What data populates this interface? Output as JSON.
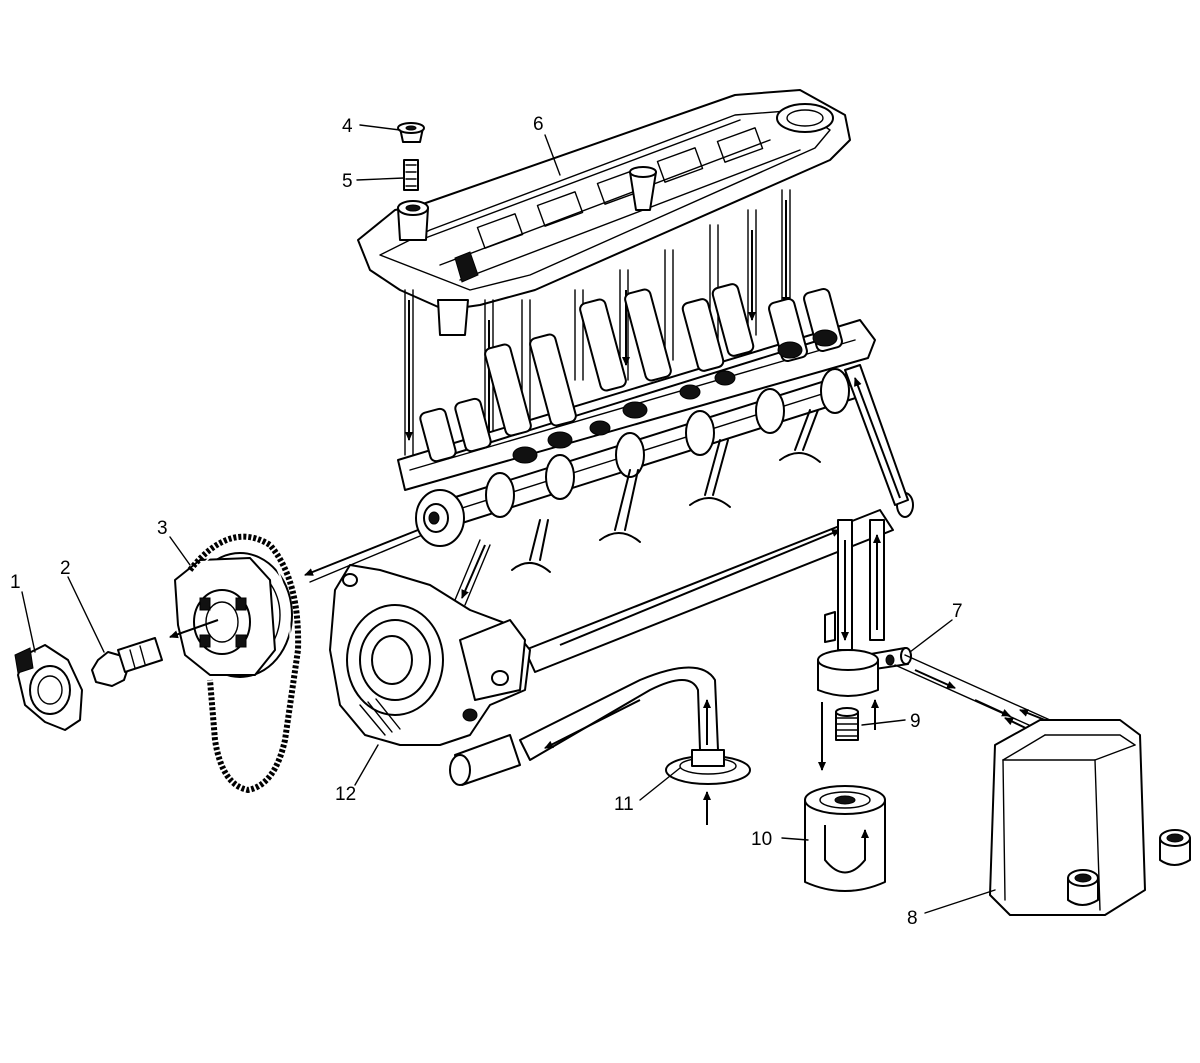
{
  "callouts": [
    {
      "id": "callout-1",
      "text": "1"
    },
    {
      "id": "callout-2",
      "text": "2"
    },
    {
      "id": "callout-3",
      "text": "3"
    },
    {
      "id": "callout-4",
      "text": "4"
    },
    {
      "id": "callout-5",
      "text": "5"
    },
    {
      "id": "callout-6",
      "text": "6"
    },
    {
      "id": "callout-7",
      "text": "7"
    },
    {
      "id": "callout-8",
      "text": "8"
    },
    {
      "id": "callout-9",
      "text": "9"
    },
    {
      "id": "callout-10",
      "text": "10"
    },
    {
      "id": "callout-11",
      "text": "11"
    },
    {
      "id": "callout-12",
      "text": "12"
    }
  ],
  "colors": {
    "ink": "#000000",
    "paper": "#ffffff",
    "shade": "#ededed"
  }
}
